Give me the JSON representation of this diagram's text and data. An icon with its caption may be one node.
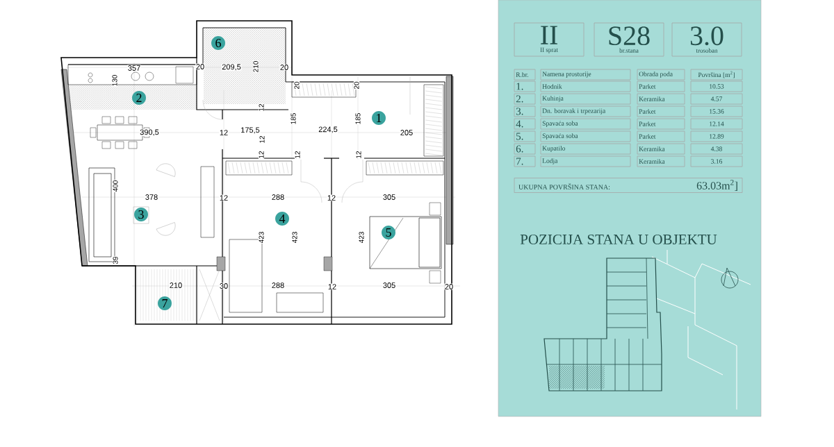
{
  "diagram": {
    "nodes": [
      {
        "text": [
          "II",
          "II sprat"
        ]
      },
      {
        "text": [
          "S28",
          "br.stana"
        ]
      },
      {
        "text": [
          "3.0",
          "trosoban"
        ]
      },
      {
        "text": [
          "UKUPNA POVRŠINA STANA:",
          "63.03m$^{2}$]"
        ]
      },
      {
        "text": [
          "6"
        ]
      },
      {
        "text": [
          "2"
        ]
      },
      {
        "text": [
          "1"
        ]
      },
      {
        "text": [
          "3"
        ]
      },
      {
        "text": [
          "4"
        ]
      },
      {
        "text": [
          "5"
        ]
      },
      {
        "text": [
          "7"
        ]
      }
    ],
    "labels": [
      "357",
      "20",
      "209,5",
      "210",
      "20",
      "130",
      "20",
      "20",
      "12",
      "390,5",
      "12",
      "175,5",
      "12",
      "185",
      "224,5",
      "185",
      "205",
      "12",
      "12",
      "12",
      "400",
      "378",
      "12",
      "288",
      "12",
      "305",
      "423",
      "423",
      "423",
      "39",
      "210",
      "30",
      "288",
      "12",
      "305",
      "20",
      "R.br.",
      "Namena prostorije",
      "Obrada poda",
      "Površina [m$^{2}$]",
      "1.",
      "Hodnik",
      "Parket",
      "10.53",
      "2.",
      "Kuhinja",
      "Keramika",
      "4.57",
      "3.",
      "Dn. boravak i trpezarija",
      "Parket",
      "15.36",
      "4.",
      "Spavaća soba",
      "Parket",
      "12.14",
      "5.",
      "Spavaća soba",
      "Parket",
      "12.89",
      "6.",
      "Kupatilo",
      "Keramika",
      "4.38",
      "7.",
      "Lodja",
      "Keramika",
      "3.16",
      "POZICIJA STANA U OBJEKTU"
    ]
  }
}
